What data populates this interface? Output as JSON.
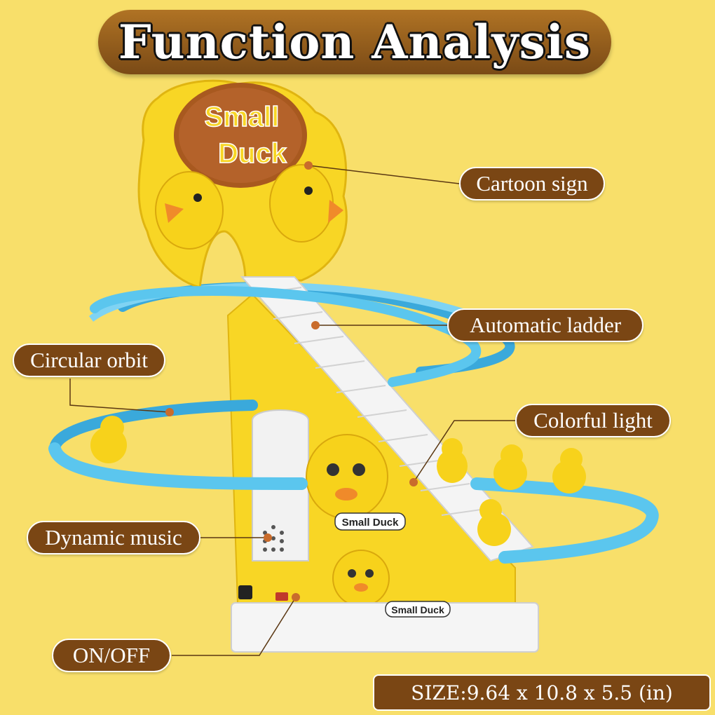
{
  "title": "Function Analysis",
  "sign": {
    "line1": "Small",
    "line2": "Duck"
  },
  "product_labels": {
    "middle": "Small Duck",
    "base": "Small Duck"
  },
  "callouts": {
    "cartoon_sign": "Cartoon sign",
    "automatic_ladder": "Automatic ladder",
    "circular_orbit": "Circular orbit",
    "colorful_light": "Colorful light",
    "dynamic_music": "Dynamic music",
    "on_off": "ON/OFF"
  },
  "size": "SIZE:9.64 x 10.8 x 5.5 (in)",
  "colors": {
    "background": "#f8df6a",
    "label": "#7a4614",
    "track": "#5bc6ee",
    "duck": "#f7d21b"
  }
}
